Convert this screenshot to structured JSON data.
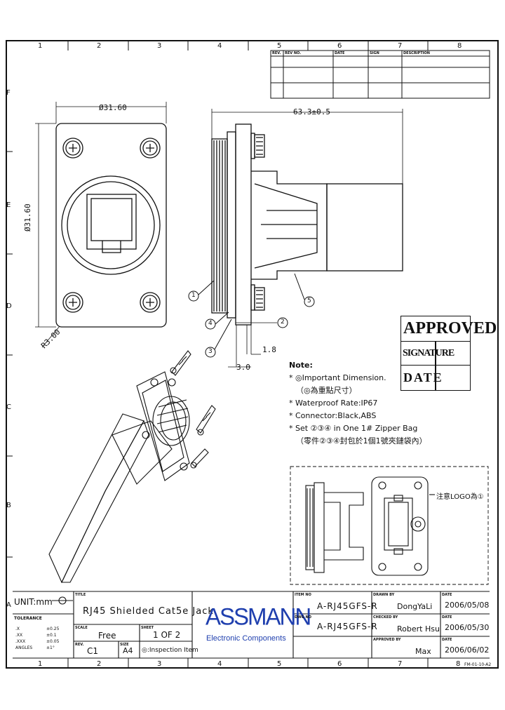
{
  "zones_columns": [
    "1",
    "2",
    "3",
    "4",
    "5",
    "6",
    "7",
    "8"
  ],
  "zones_rows": [
    "F",
    "E",
    "D",
    "C",
    "B",
    "A"
  ],
  "revision_table": {
    "headers": [
      "REV.",
      "REV NO.",
      "DATE",
      "SIGN",
      "DESCRIPTION"
    ]
  },
  "dimensions": {
    "width": "Ø31.60",
    "height": "Ø31.60",
    "radius": "R3.00",
    "length": "63.3±0.5",
    "d1": "1.8",
    "d2": "3.0"
  },
  "callouts": [
    "1",
    "2",
    "3",
    "4",
    "5"
  ],
  "approved": {
    "title": "APPROVED",
    "signature": "SIGNATURE",
    "date": "DATE"
  },
  "notes": {
    "title": "Note:",
    "lines": [
      "* ◎Important Dimension.",
      "（◎為重點尺寸）",
      "* Waterproof Rate:IP67",
      "* Connector:Black,ABS",
      "* Set ②③④ in One 1# Zipper Bag",
      "（零件②③④封包於1個1號夾鏈袋內）"
    ]
  },
  "detail_note": "注意LOGO為①",
  "title_block": {
    "unit_label": "UNIT:mm",
    "tolerance_label": "TOLERANCE",
    "tolerances": [
      {
        "k": ".X",
        "v": "±0.25"
      },
      {
        "k": ".XX",
        "v": "±0.1"
      },
      {
        "k": ".XXX",
        "v": "±0.05"
      },
      {
        "k": "ANGLES",
        "v": "±1°"
      }
    ],
    "title_label": "TITLE",
    "title": "RJ45 Shielded Cat5e Jack",
    "scale_label": "SCALE",
    "scale": "Free",
    "sheet_label": "SHEET",
    "sheet": "1 OF 2",
    "rev_label": "REV.",
    "rev": "C1",
    "size_label": "SIZE",
    "size": "A4",
    "inspection": "◎:Inspection Item",
    "company": "ASSMANN",
    "company_sub": "Electronic Components",
    "item_no_label": "ITEM NO",
    "item_no": "A-RJ45GFS-R",
    "dwg_no_label": "DWG NO",
    "dwg_no": "A-RJ45GFS-R",
    "drawn_by_label": "DRAWN BY",
    "drawn_by": "DongYaLi",
    "checked_by_label": "CHECKED BY",
    "checked_by": "Robert Hsu",
    "approved_by_label": "APPROVED BY",
    "approved_by": "Max",
    "date_label": "DATE",
    "date1": "2006/05/08",
    "date2": "2006/05/30",
    "date3": "2006/06/02",
    "form_no": "FM-01-10-A2"
  }
}
